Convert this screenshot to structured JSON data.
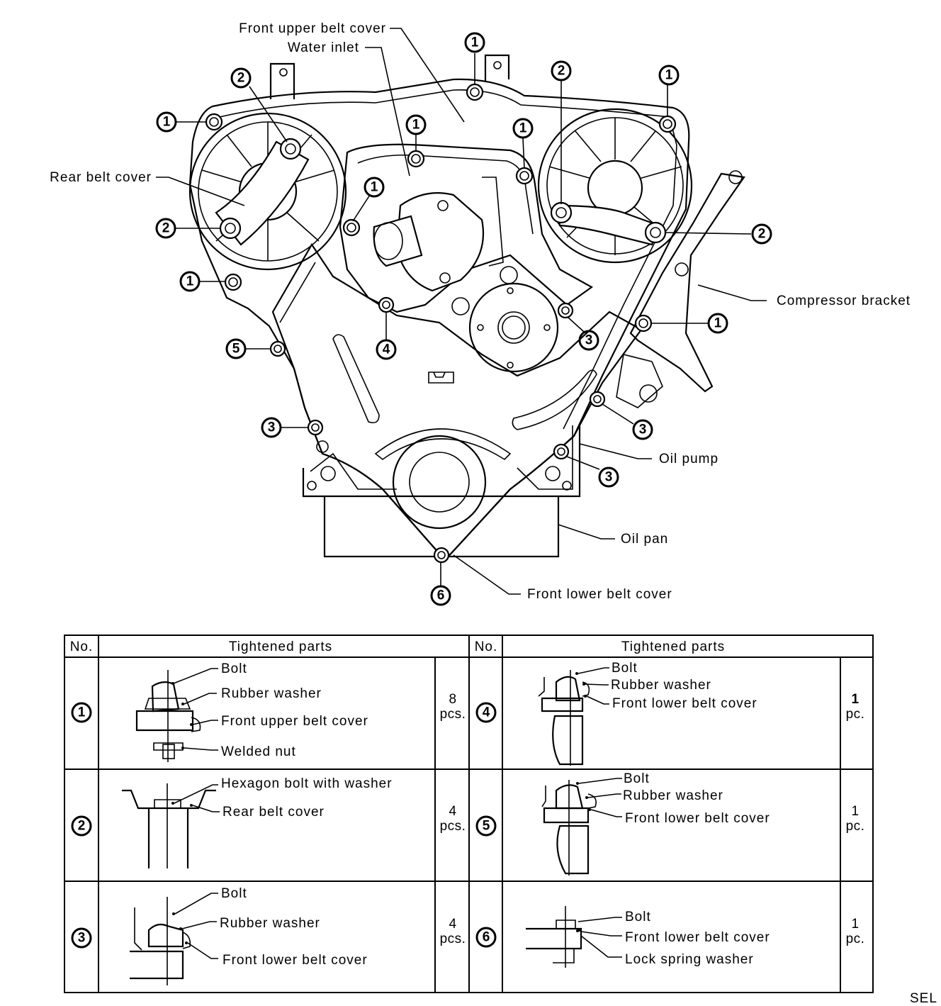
{
  "diagram": {
    "labels": {
      "front_upper_belt_cover": "Front upper belt cover",
      "water_inlet": "Water inlet",
      "rear_belt_cover": "Rear belt cover",
      "compressor_bracket": "Compressor bracket",
      "oil_pump": "Oil pump",
      "oil_pan": "Oil pan",
      "front_lower_belt_cover": "Front lower belt cover",
      "corner_mark": "SEL"
    },
    "callout_glyphs": {
      "1": "1",
      "2": "2",
      "3": "3",
      "4": "4",
      "5": "5",
      "6": "6"
    }
  },
  "table": {
    "headers": {
      "no": "No.",
      "parts": "Tightened parts"
    },
    "rows": [
      {
        "no": "1",
        "qty_num": "8",
        "qty_unit": "pcs.",
        "parts": [
          "Bolt",
          "Rubber washer",
          "Front upper belt cover",
          "Welded nut"
        ]
      },
      {
        "no": "2",
        "qty_num": "4",
        "qty_unit": "pcs.",
        "parts": [
          "Hexagon bolt with washer",
          "Rear belt cover"
        ]
      },
      {
        "no": "3",
        "qty_num": "4",
        "qty_unit": "pcs.",
        "parts": [
          "Bolt",
          "Rubber washer",
          "Front lower belt cover"
        ]
      },
      {
        "no": "4",
        "qty_num": "1",
        "qty_unit": "pc.",
        "parts": [
          "Bolt",
          "Rubber washer",
          "Front lower belt cover"
        ]
      },
      {
        "no": "5",
        "qty_num": "1",
        "qty_unit": "pc.",
        "parts": [
          "Bolt",
          "Rubber washer",
          "Front lower belt cover"
        ]
      },
      {
        "no": "6",
        "qty_num": "1",
        "qty_unit": "pc.",
        "parts": [
          "Bolt",
          "Front lower belt cover",
          "Lock spring washer"
        ]
      }
    ]
  }
}
